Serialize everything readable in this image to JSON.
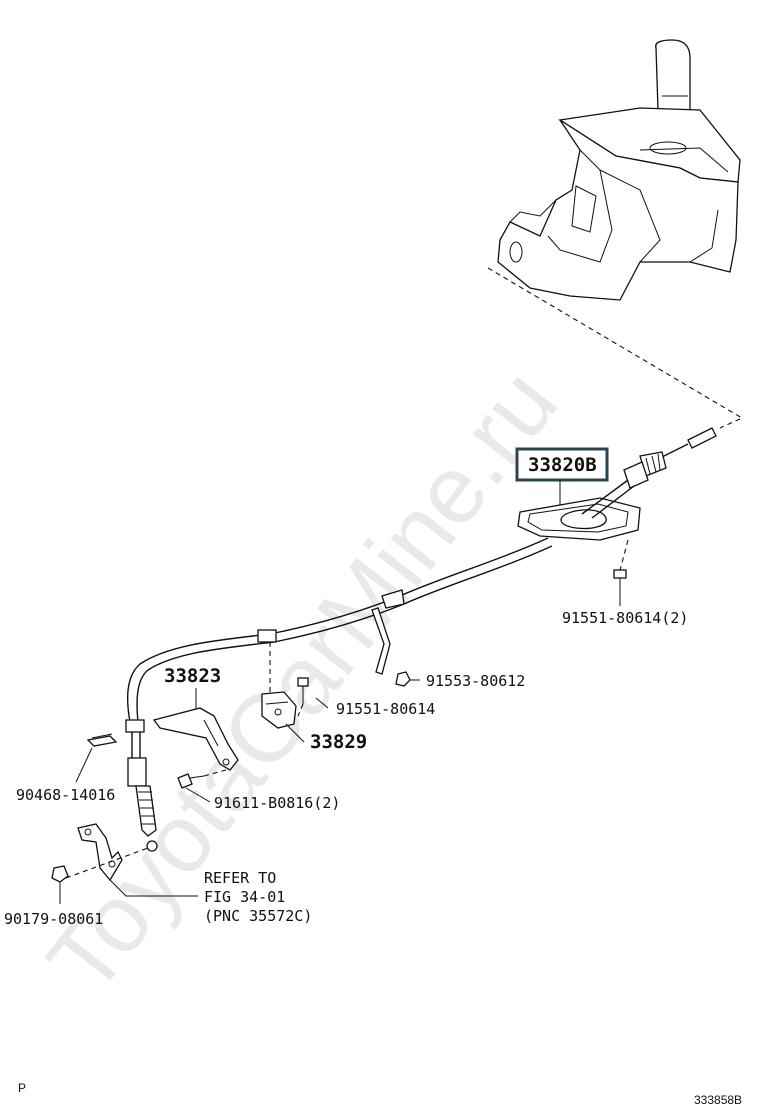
{
  "watermark": "ToyotaCarMine.ru",
  "parts": {
    "highlighted": "33820B",
    "bracket_33823": "33823",
    "bracket_33829": "33829",
    "bolt_80614_2": "91551-80614(2)",
    "nut_80612": "91553-80612",
    "bolt_80614": "91551-80614",
    "clip_14016": "90468-14016",
    "bolt_b0816": "91611-B0816(2)",
    "nut_08061": "90179-08061"
  },
  "refer_note": {
    "line1": "REFER TO",
    "line2": "FIG 34-01",
    "line3": "(PNC 35572C)"
  },
  "footer": {
    "page_marker": "P",
    "figure_id": "333858B"
  },
  "colors": {
    "highlight_border": "#2a4550",
    "ink": "#111111"
  }
}
